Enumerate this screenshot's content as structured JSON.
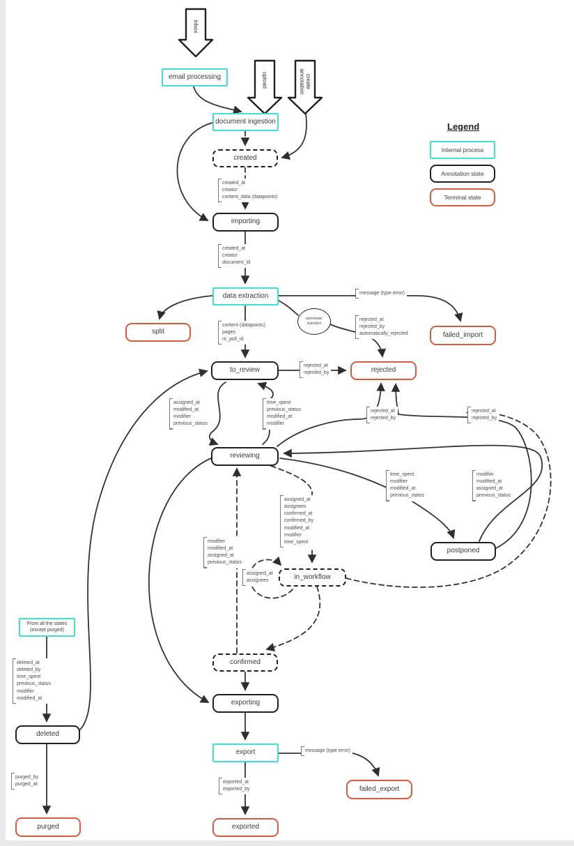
{
  "colors": {
    "internal_border": "#3fe0ce",
    "annotation_border": "#1f1f1f",
    "terminal_border": "#dc5a3c",
    "edge": "#333333"
  },
  "entry_arrows": {
    "inbox": "inbox",
    "upload": "upload",
    "create_annotation": "create\nannotation"
  },
  "nodes": {
    "email_processing": {
      "label": "email processing",
      "type": "internal"
    },
    "document_ingestion": {
      "label": "document ingestion",
      "type": "internal"
    },
    "created": {
      "label": "created",
      "type": "transient"
    },
    "importing": {
      "label": "importing",
      "type": "annotation"
    },
    "data_extraction": {
      "label": "data extraction",
      "type": "internal"
    },
    "automatic_rejection": {
      "label": "automatic\nrejection",
      "type": "process-ellipse"
    },
    "split": {
      "label": "split",
      "type": "terminal"
    },
    "failed_import": {
      "label": "failed_import",
      "type": "terminal"
    },
    "to_review": {
      "label": "to_review",
      "type": "annotation"
    },
    "rejected": {
      "label": "rejected",
      "type": "terminal"
    },
    "reviewing": {
      "label": "reviewing",
      "type": "annotation"
    },
    "postponed": {
      "label": "postponed",
      "type": "annotation"
    },
    "in_workflow": {
      "label": "in_workflow",
      "type": "transient"
    },
    "confirmed": {
      "label": "confirmed",
      "type": "transient"
    },
    "exporting": {
      "label": "exporting",
      "type": "annotation"
    },
    "export": {
      "label": "export",
      "type": "internal"
    },
    "failed_export": {
      "label": "failed_export",
      "type": "terminal"
    },
    "exported": {
      "label": "exported",
      "type": "terminal"
    },
    "from_all_states": {
      "label": "From all the states\n(except purged)",
      "type": "internal"
    },
    "deleted": {
      "label": "deleted",
      "type": "annotation"
    },
    "purged": {
      "label": "purged",
      "type": "terminal"
    }
  },
  "legend": {
    "title": "Legend",
    "items": [
      {
        "label": "Internal process",
        "type": "internal"
      },
      {
        "label": "Annotation state",
        "type": "annotation"
      },
      {
        "label": "Terminal state",
        "type": "terminal"
      }
    ]
  },
  "edge_labels": {
    "created_to_importing": "created_at\ncreator\ncontent_data (datapoints)",
    "importing_to_data_extraction": "created_at\ncreator\ndocument_id",
    "data_extraction_to_to_review": "content (datapoints)\npages\nrir_poll_id",
    "data_extraction_to_failed_import": "message (type error)",
    "auto_rejection_to_rejected": "rejected_at\nrejected_by\nautomatically_rejected",
    "to_review_to_rejected": "rejected_at\nrejected_by",
    "to_review_to_reviewing": "assigned_at\nmodified_at\nmodifier\nprevious_status",
    "reviewing_to_to_review": "time_spent\nprevious_status\nmodified_at\nmodifier",
    "reviewing_to_rejected": "rejected_at\nrejected_by",
    "postponed_to_rejected": "rejected_at\nrejected_by",
    "reviewing_to_postponed": "time_spent\nmodifier\nmodified_at\nprevious_status",
    "postponed_to_reviewing": "modifier\nmodified_at\nassigned_at\nprevious_status",
    "reviewing_to_in_workflow": "assigned_at\nassignees\nconfirmed_at\nconfirmed_by\nmodified_at\nmodifier\ntime_spent",
    "in_workflow_self": "assigned_at\nassignees",
    "confirmed_to_reviewing": "modifier\nmodified_at\nassigned_at\nprevious_status",
    "all_states_to_deleted": "deleted_at\ndeleted_by\ntime_spent\nprevious_status\nmodifier\nmodified_at",
    "deleted_to_purged": "purged_by\npurged_at",
    "export_to_failed_export": "message (type error)",
    "export_to_exported": "exported_at\nexported_by"
  }
}
